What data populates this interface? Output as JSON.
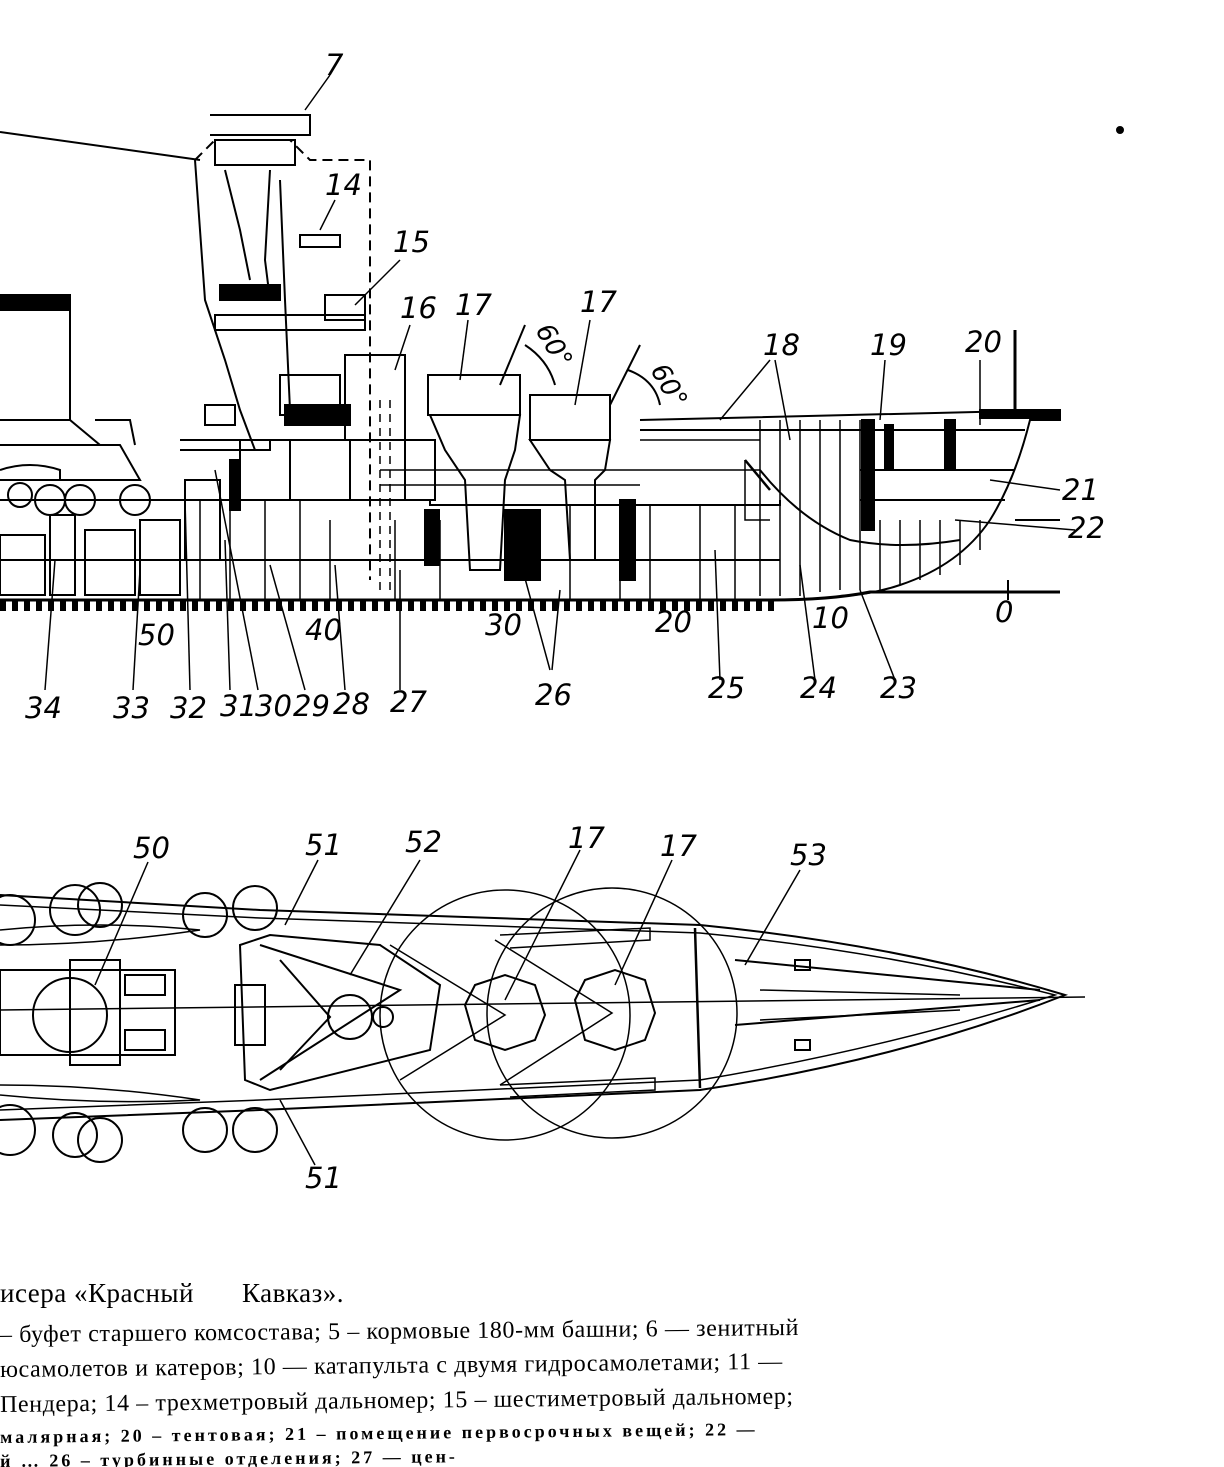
{
  "profile_labels": [
    "7",
    "14",
    "15",
    "16",
    "17",
    "17",
    "18",
    "19",
    "20",
    "21",
    "22",
    "50",
    "40",
    "30",
    "20",
    "10",
    "0",
    "34",
    "33",
    "32",
    "31",
    "30",
    "29",
    "28",
    "27",
    "26",
    "25",
    "24",
    "23"
  ],
  "angle_labels": [
    "60°",
    "60°"
  ],
  "plan_labels": [
    "50",
    "51",
    "52",
    "17",
    "17",
    "53",
    "51"
  ],
  "caption": {
    "part1": "исера «Красный",
    "part2": "Кавказ»."
  },
  "legend_lines": [
    "– буфет старшего комсостава; 5 – кормовые 180-мм башни; 6 — зенитный",
    "юсамолетов и катеров; 10 — катапульта с двумя гидросамолетами; 11 —",
    "Пендера; 14 – трехметровый дальномер; 15 – шестиметровый дальномер;",
    "малярная; 20 – тентовая; 21 – помещение первосрочных вещей; 22 —",
    "й … 26 – турбинные отделения; 27 — цен-"
  ]
}
